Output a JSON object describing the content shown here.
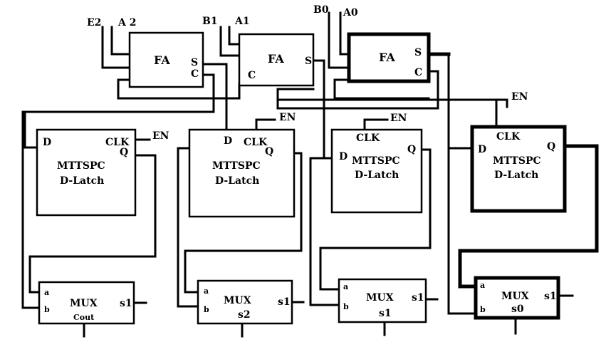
{
  "full_adders": [
    {
      "id": "fa2",
      "title": "FA",
      "in_a": "E2",
      "in_b": "A 2",
      "sum_pin": "S",
      "carry_pin": "C"
    },
    {
      "id": "fa1",
      "title": "FA",
      "in_a": "B1",
      "in_b": "A1",
      "sum_pin": "S",
      "carry_pin": "C"
    },
    {
      "id": "fa0",
      "title": "FA",
      "in_a": "B0",
      "in_b": "A0",
      "sum_pin": "S",
      "carry_pin": "C"
    }
  ],
  "latches": [
    {
      "id": "latch3",
      "line1": "MTTSPC",
      "line2": "D-Latch",
      "d_pin": "D",
      "clk_pin": "CLK",
      "q_pin": "Q",
      "enable": "EN"
    },
    {
      "id": "latch2",
      "line1": "MTTSPC",
      "line2": "D-Latch",
      "d_pin": "D",
      "clk_pin": "CLK",
      "q_pin": "Q",
      "enable": "EN"
    },
    {
      "id": "latch1",
      "line1": "MTTSPC",
      "line2": "D-Latch",
      "d_pin": "D",
      "clk_pin": "CLK",
      "q_pin": "Q",
      "enable": "EN"
    },
    {
      "id": "latch0",
      "line1": "MTTSPC",
      "line2": "D-Latch",
      "d_pin": "D",
      "clk_pin": "CLK",
      "q_pin": "Q",
      "enable": "EN"
    }
  ],
  "muxes": [
    {
      "id": "mux3",
      "title": "MUX",
      "a_pin": "a",
      "b_pin": "b",
      "sel_pin": "s1",
      "output": "Cout"
    },
    {
      "id": "mux2",
      "title": "MUX",
      "a_pin": "a",
      "b_pin": "b",
      "sel_pin": "s1",
      "output": "s2"
    },
    {
      "id": "mux1",
      "title": "MUX",
      "a_pin": "a",
      "b_pin": "b",
      "sel_pin": "s1",
      "output": "s1"
    },
    {
      "id": "mux0",
      "title": "MUX",
      "a_pin": "a",
      "b_pin": "b",
      "sel_pin": "s1",
      "output": "s0"
    }
  ],
  "global_enable": "EN"
}
